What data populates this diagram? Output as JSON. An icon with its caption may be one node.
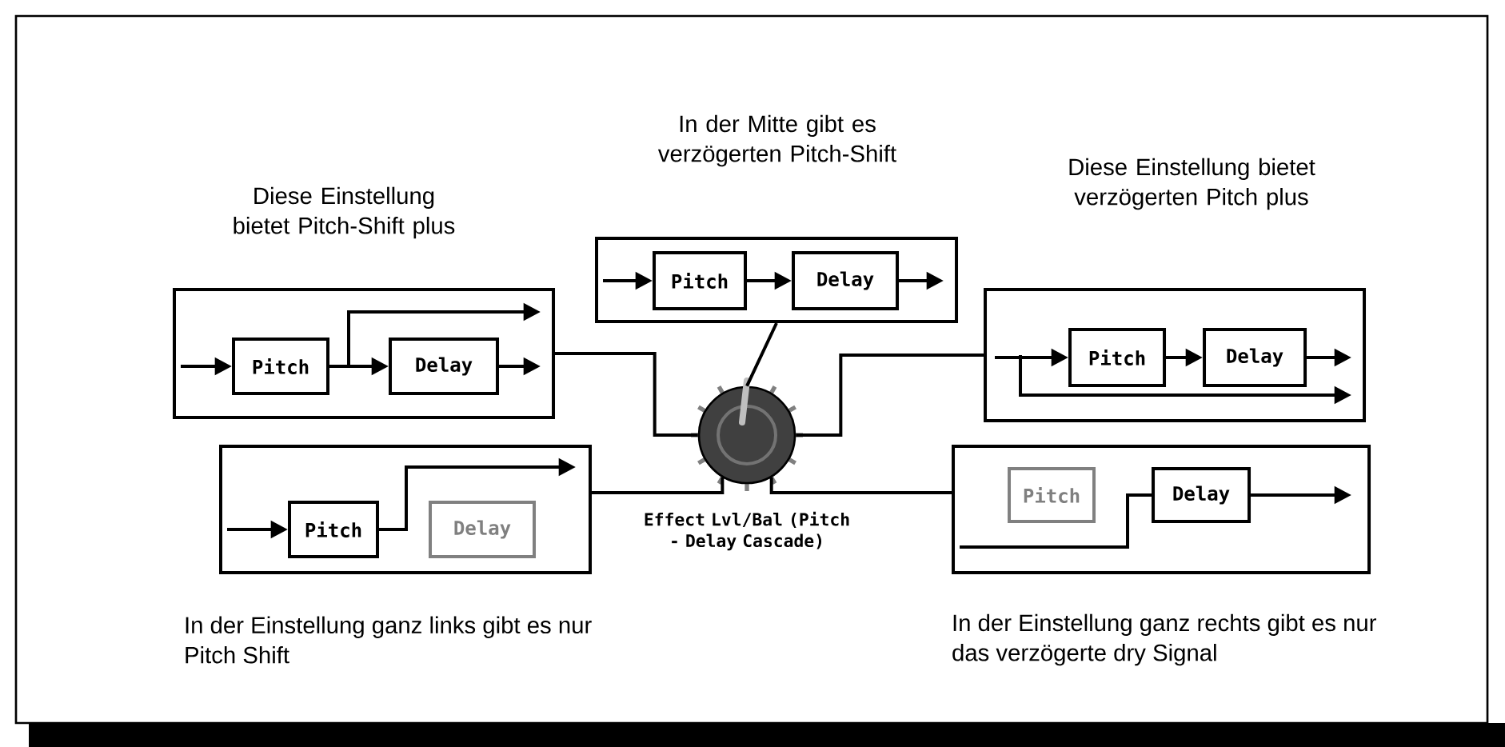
{
  "diagram": {
    "nodes": [
      {
        "text": [
          "Diese Einstellung bietet Pitch-Shift plus"
        ]
      },
      {
        "text": [
          "Pitch"
        ],
        "in": 0
      },
      {
        "text": [
          "Delay"
        ],
        "in": 0
      },
      {
        "text": [
          "In der Mitte gibt es verzögerten Pitch-Shift"
        ]
      },
      {
        "text": [
          "Pitch"
        ],
        "in": 3
      },
      {
        "text": [
          "Delay"
        ],
        "in": 3
      },
      {
        "text": [
          "Diese Einstellung bietet verzögerten Pitch plus"
        ]
      },
      {
        "text": [
          "Pitch"
        ],
        "in": 6
      },
      {
        "text": [
          "Delay"
        ],
        "in": 6
      },
      {
        "text": [
          "In der Einstellung ganz links gibt es nur Pitch Shift"
        ]
      },
      {
        "text": [
          "Pitch"
        ],
        "in": 9
      },
      {
        "text": [
          "Delay"
        ],
        "in": 9
      },
      {
        "text": [
          "In der Einstellung ganz rechts gibt es nur das verzögerte dry Signal"
        ]
      },
      {
        "text": [
          "Pitch"
        ],
        "in": 12
      },
      {
        "text": [
          "Delay"
        ],
        "in": 12
      },
      {
        "text": [],
        "shape": "picture",
        "beside": [
          "Effect Lvl/Bal (Pitch - Delay Cascade)"
        ]
      }
    ],
    "edges": [
      {
        "from": 15,
        "to": 0,
        "arrow": "none"
      },
      {
        "from": 15,
        "to": 3,
        "arrow": "none"
      },
      {
        "from": 15,
        "to": 6,
        "arrow": "none"
      },
      {
        "from": 15,
        "to": 9,
        "arrow": "none"
      },
      {
        "from": 15,
        "to": 12,
        "arrow": "none"
      },
      {
        "from": null,
        "to": 1,
        "arrow": "to"
      },
      {
        "from": 1,
        "to": 2,
        "arrow": "to"
      },
      {
        "from": 1,
        "to": null,
        "arrow": "to"
      },
      {
        "from": 2,
        "to": null,
        "arrow": "to"
      },
      {
        "from": null,
        "to": 4,
        "arrow": "to"
      },
      {
        "from": 4,
        "to": 5,
        "arrow": "to"
      },
      {
        "from": 5,
        "to": null,
        "arrow": "to"
      },
      {
        "from": null,
        "to": 7,
        "arrow": "to"
      },
      {
        "from": 7,
        "to": 8,
        "arrow": "to"
      },
      {
        "from": 8,
        "to": null,
        "arrow": "to"
      },
      {
        "from": null,
        "to": 10,
        "arrow": "to"
      },
      {
        "from": 10,
        "to": null,
        "arrow": "to"
      },
      {
        "from": null,
        "to": 14,
        "arrow": "none"
      },
      {
        "from": 14,
        "to": null,
        "arrow": "to"
      }
    ]
  }
}
